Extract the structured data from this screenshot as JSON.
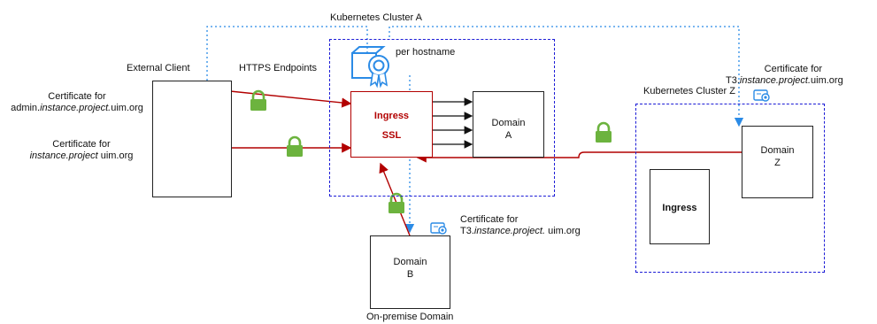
{
  "clusters": {
    "a_title": "Kubernetes Cluster A",
    "a_note": "per hostname",
    "z_title": "Kubernetes Cluster Z"
  },
  "client": {
    "title": "External Client",
    "endpoints": "HTTPS Endpoints",
    "cert1": {
      "line1": "Certificate for",
      "pre": "admin.",
      "italic": "instance.project.",
      "post": "uim.org"
    },
    "cert2": {
      "line1": "Certificate for",
      "pre": "",
      "italic": "instance.project",
      "post": " uim.org"
    }
  },
  "ingress_a": {
    "line1": "Ingress",
    "line2": "SSL"
  },
  "domain_a": {
    "line1": "Domain",
    "line2": "A"
  },
  "domain_b": {
    "line1": "Domain",
    "line2": "B",
    "caption": "On-premise Domain",
    "cert": {
      "line1": "Certificate for",
      "pre": "T3.",
      "italic": "instance.project.",
      "post": " uim.org"
    }
  },
  "domain_z": {
    "line1": "Domain",
    "line2": "Z",
    "cert": {
      "line1": "Certificate for",
      "pre": "T3.",
      "italic": "instance.project.",
      "post": "uim.org"
    }
  },
  "ingress_z": {
    "label": "Ingress"
  },
  "icons": {
    "certificate": "certificate-icon",
    "lock": "padlock-icon",
    "hub": "certificate-hub-icon"
  },
  "colors": {
    "link": "#b20000",
    "dotted": "#2b8be6",
    "cluster_border": "#1b1bd6",
    "lock": "#6cb33e"
  }
}
